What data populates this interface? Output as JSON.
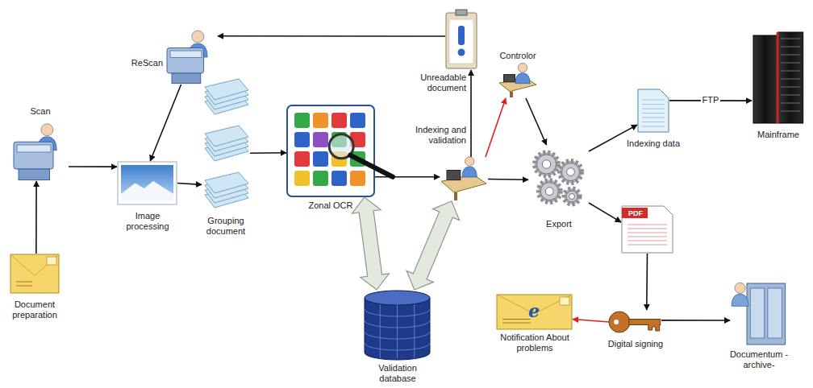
{
  "diagram": {
    "nodes": [
      {
        "text": [
          "Document preparation"
        ]
      },
      {
        "text": [
          "Scan"
        ]
      },
      {
        "text": [
          "ReScan"
        ]
      },
      {
        "text": [
          "Image processing"
        ]
      },
      {
        "text": [
          "Grouping document"
        ]
      },
      {
        "text": [
          "Zonal OCR"
        ]
      },
      {
        "text": [
          "Validation database"
        ]
      },
      {
        "text": [
          "Unreadable document"
        ]
      },
      {
        "text": [
          "Indexing and validation"
        ]
      },
      {
        "text": [
          "Controlor"
        ]
      },
      {
        "text": [
          "Export"
        ]
      },
      {
        "text": [
          "Indexing data"
        ]
      },
      {
        "text": [
          "Mainframe"
        ]
      },
      {
        "text": [
          "PDF"
        ]
      },
      {
        "text": [
          "Digital signing"
        ]
      },
      {
        "text": [
          "Notification About problems"
        ]
      },
      {
        "text": [
          "Documentum -archive-"
        ]
      }
    ],
    "edges": [
      {
        "from": 0,
        "to": 1,
        "arrow": "to"
      },
      {
        "from": 1,
        "to": 3,
        "arrow": "to"
      },
      {
        "from": 2,
        "to": 3,
        "arrow": "to"
      },
      {
        "from": 3,
        "to": 4,
        "arrow": "to"
      },
      {
        "from": 4,
        "to": 5,
        "arrow": "to"
      },
      {
        "from": 5,
        "to": 8,
        "arrow": "to"
      },
      {
        "from": 8,
        "to": 7,
        "arrow": "to"
      },
      {
        "from": 7,
        "to": 2,
        "arrow": "to"
      },
      {
        "from": 8,
        "to": 9,
        "arrow": "to"
      },
      {
        "from": 9,
        "to": 10,
        "arrow": "to"
      },
      {
        "from": 8,
        "to": 10,
        "arrow": "to"
      },
      {
        "from": 10,
        "to": 11,
        "arrow": "to"
      },
      {
        "from": 11,
        "to": 12,
        "label": "FTP",
        "arrow": "to"
      },
      {
        "from": 10,
        "to": 13,
        "arrow": "to"
      },
      {
        "from": 13,
        "to": 14,
        "arrow": "to"
      },
      {
        "from": 14,
        "to": 15,
        "arrow": "to"
      },
      {
        "from": 14,
        "to": 16,
        "arrow": "to"
      },
      {
        "from": 6,
        "to": 5,
        "arrow": "both"
      },
      {
        "from": 6,
        "to": 8,
        "arrow": "both"
      }
    ],
    "labels": [
      "e"
    ]
  }
}
